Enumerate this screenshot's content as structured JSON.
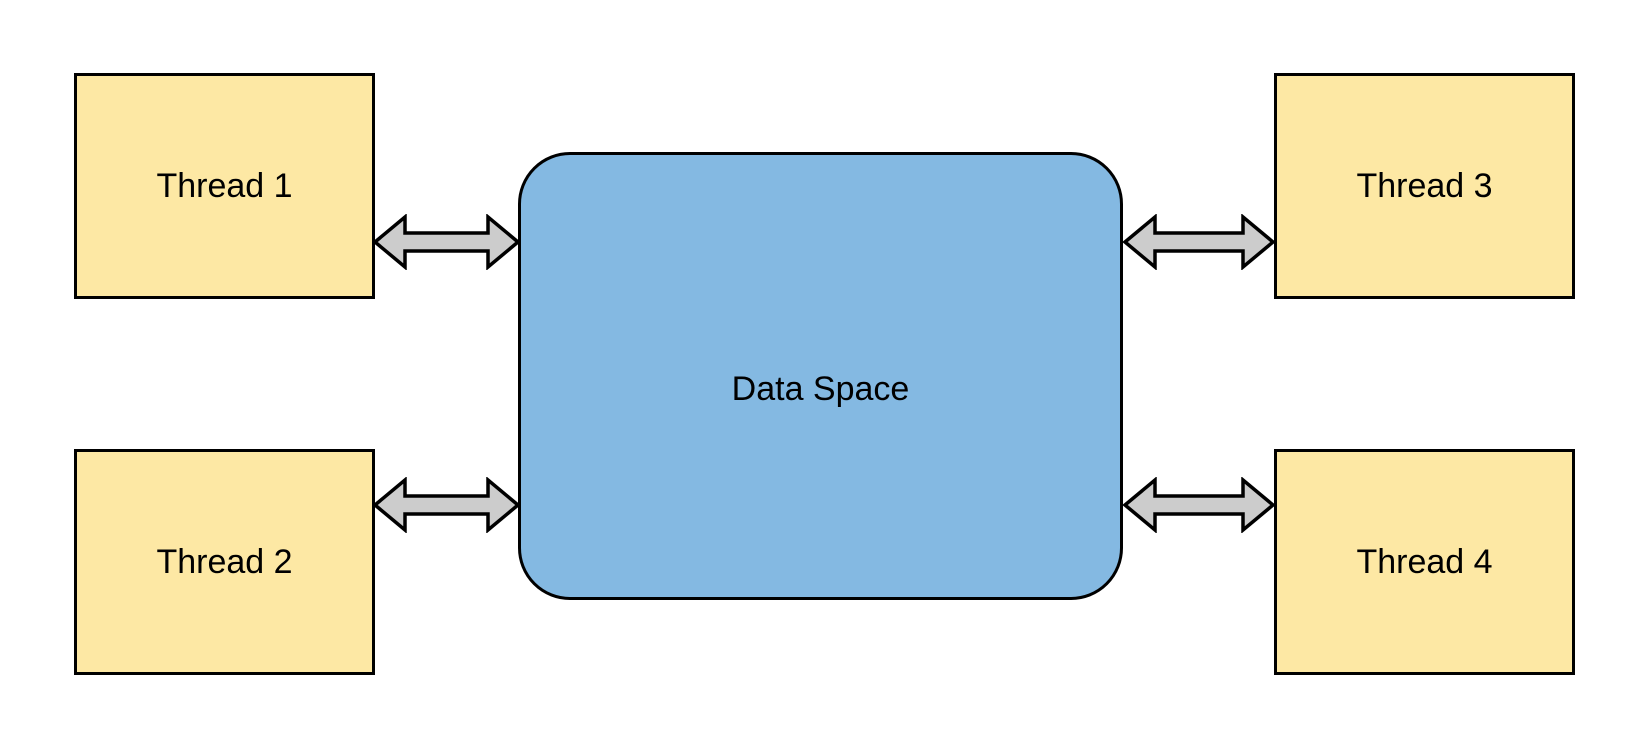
{
  "diagram": {
    "type": "block-diagram",
    "background": "#FFFFFF",
    "text_color": "#000000",
    "border_color": "#000000",
    "center_node": {
      "id": "data-space",
      "label": "Data Space",
      "shape": "rounded-rectangle",
      "fill": "#84B9E2"
    },
    "thread_nodes": [
      {
        "id": "thread-1",
        "label": "Thread 1",
        "position": "top-left",
        "shape": "rectangle",
        "fill": "#FDE8A4"
      },
      {
        "id": "thread-2",
        "label": "Thread 2",
        "position": "bottom-left",
        "shape": "rectangle",
        "fill": "#FDE8A4"
      },
      {
        "id": "thread-3",
        "label": "Thread 3",
        "position": "top-right",
        "shape": "rectangle",
        "fill": "#FDE8A4"
      },
      {
        "id": "thread-4",
        "label": "Thread 4",
        "position": "bottom-right",
        "shape": "rectangle",
        "fill": "#FDE8A4"
      }
    ],
    "connectors": [
      {
        "from": "thread-1",
        "to": "data-space",
        "direction": "bidirectional",
        "style": "block-arrow",
        "fill": "#CCCCCC",
        "stroke": "#000000"
      },
      {
        "from": "thread-2",
        "to": "data-space",
        "direction": "bidirectional",
        "style": "block-arrow",
        "fill": "#CCCCCC",
        "stroke": "#000000"
      },
      {
        "from": "data-space",
        "to": "thread-3",
        "direction": "bidirectional",
        "style": "block-arrow",
        "fill": "#CCCCCC",
        "stroke": "#000000"
      },
      {
        "from": "data-space",
        "to": "thread-4",
        "direction": "bidirectional",
        "style": "block-arrow",
        "fill": "#CCCCCC",
        "stroke": "#000000"
      }
    ]
  }
}
